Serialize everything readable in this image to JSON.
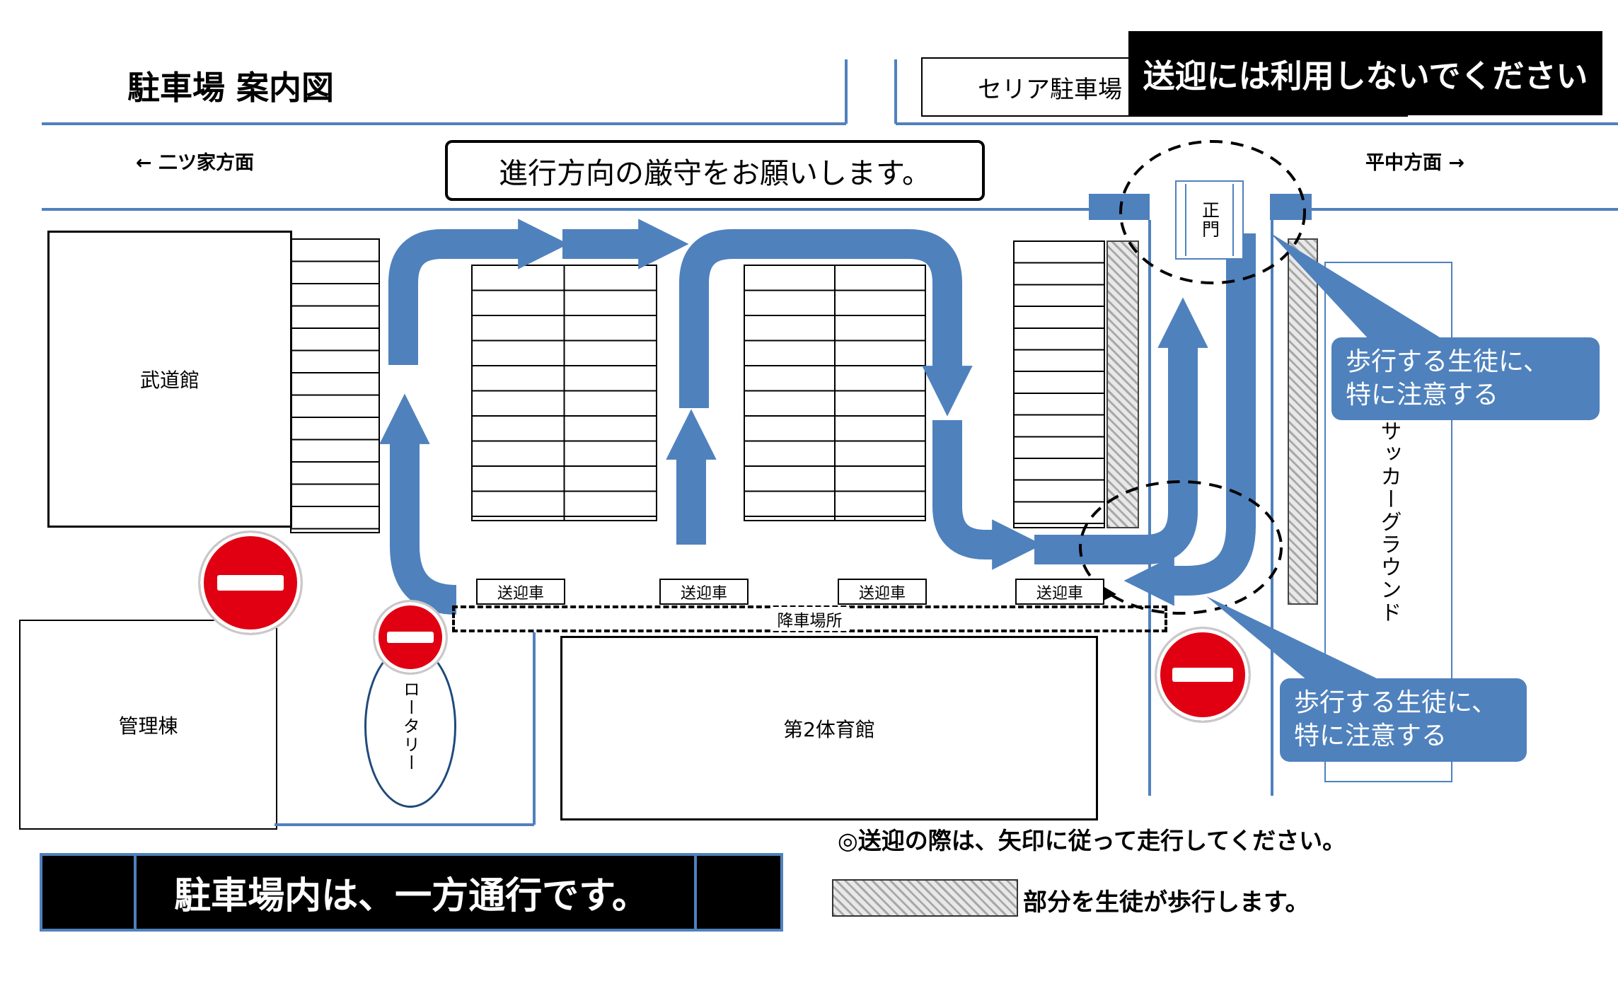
{
  "title": "駐車場 案内図",
  "roads": {
    "direction_left": "←  二ツ家方面",
    "direction_right": "平中方面  →"
  },
  "notices": {
    "no_pickup": "送迎には利用しないでください",
    "keep_direction": "進行方向の厳守をお願いします。",
    "one_way": "駐車場内は、一方通行です。",
    "follow_arrows": "◎送迎の際は、矢印に従って走行してください。",
    "students_walk": "部分を生徒が歩行します。"
  },
  "places": {
    "seria_parking": "セリア駐車場",
    "main_gate": "正門",
    "budokan": "武道館",
    "admin_building": "管理棟",
    "gym2": "第2体育館",
    "soccer_ground": "サッカーグラウンド",
    "rotary": "ロータリー",
    "pickup_car": "送迎車",
    "dropoff_area": "降車場所"
  },
  "callout": {
    "line1": "歩行する生徒に、",
    "line2": "特に注意する"
  },
  "icons": {
    "no_entry_sign": "red circle with white horizontal bar",
    "flow_arrow": "thick steel-blue traffic-flow arrow",
    "caution_zone": "black dashed ellipse"
  },
  "colors": {
    "accent_blue": "#4F81BD",
    "dark_blue": "#1F497D",
    "sign_red": "#E00012",
    "banner_black": "#000000"
  }
}
